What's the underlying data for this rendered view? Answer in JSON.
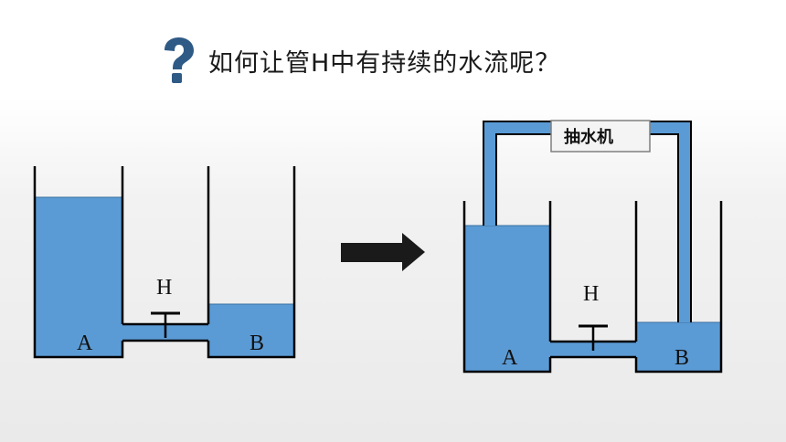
{
  "question": {
    "text": "如何让管H中有持续的水流呢？"
  },
  "colors": {
    "water": "#5b9bd5",
    "wall": "#000000",
    "icon": "#2f5a86"
  },
  "icons": {
    "question": "question-mark-icon",
    "arrow": "right-arrow-icon"
  },
  "left_diagram": {
    "container_a_label": "A",
    "container_b_label": "B",
    "pipe_label": "H"
  },
  "right_diagram": {
    "container_a_label": "A",
    "container_b_label": "B",
    "pipe_label": "H",
    "pump_label": "抽水机"
  }
}
